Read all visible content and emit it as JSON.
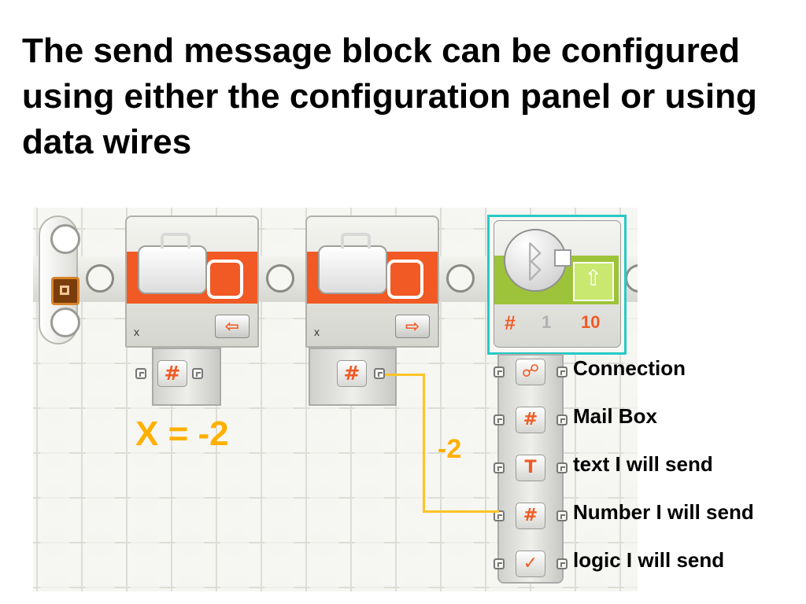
{
  "slide": {
    "title": "The send message block can be configured using either the configuration panel or using data wires"
  },
  "blocks": {
    "variable_read": {
      "variable_name": "x",
      "value_label": "X = -2"
    },
    "variable_write": {
      "variable_name": "x",
      "wire_value": "-2"
    },
    "send_message": {
      "counter_1": "1",
      "counter_10": "10",
      "ports": [
        {
          "label": "Connection",
          "icon": "handshake-icon"
        },
        {
          "label": "Mail Box",
          "icon": "mailbox-icon"
        },
        {
          "label": "text I will send",
          "icon": "text-icon"
        },
        {
          "label": "Number I will send",
          "icon": "number-icon"
        },
        {
          "label": "logic I will send",
          "icon": "logic-icon"
        }
      ]
    }
  },
  "colors": {
    "orange": "#f15a24",
    "green": "#9dc33a",
    "wire": "#ffc326",
    "selection": "#28c9c5"
  }
}
